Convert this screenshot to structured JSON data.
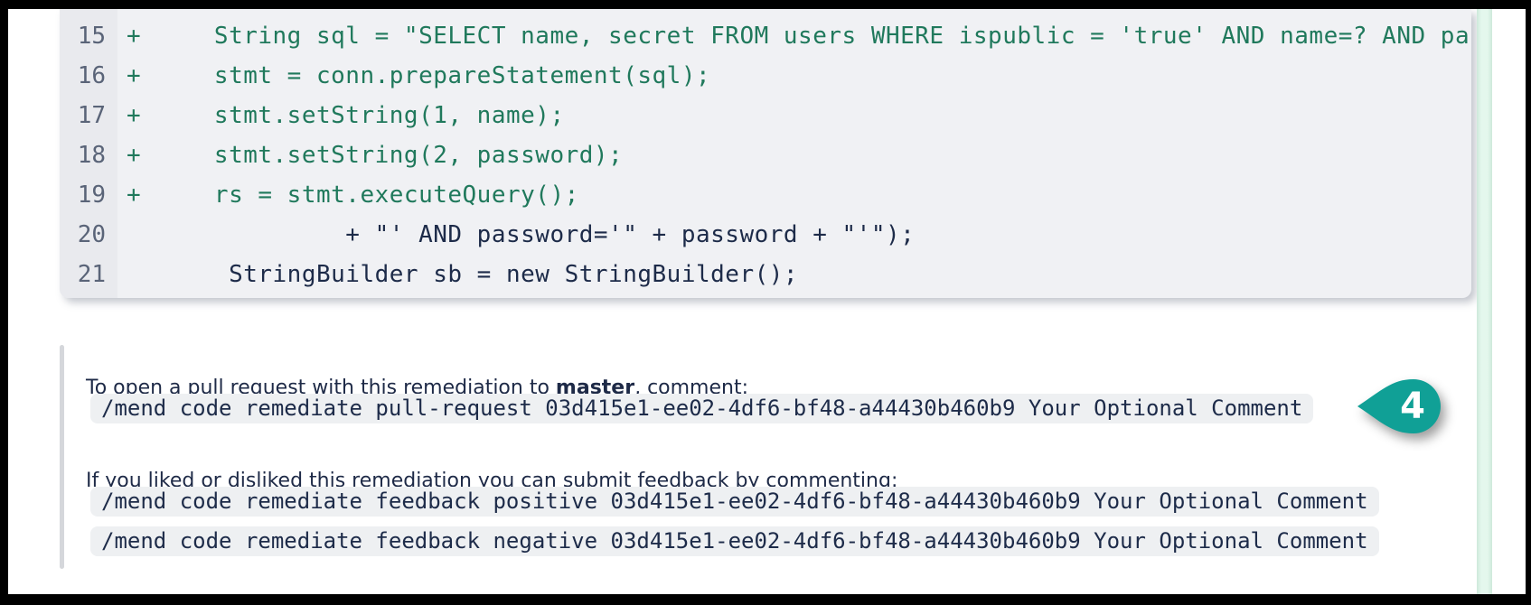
{
  "diff": {
    "rows": [
      {
        "line": "15",
        "added": true,
        "text": "+     String sql = \"SELECT name, secret FROM users WHERE ispublic = 'true' AND name=? AND password=?\";"
      },
      {
        "line": "16",
        "added": true,
        "text": "+     stmt = conn.prepareStatement(sql);"
      },
      {
        "line": "17",
        "added": true,
        "text": "+     stmt.setString(1, name);"
      },
      {
        "line": "18",
        "added": true,
        "text": "+     stmt.setString(2, password);"
      },
      {
        "line": "19",
        "added": true,
        "text": "+     rs = stmt.executeQuery();"
      },
      {
        "line": "20",
        "added": false,
        "text": "               + \"' AND password='\" + password + \"'\");"
      },
      {
        "line": "21",
        "added": false,
        "text": "       StringBuilder sb = new StringBuilder();"
      }
    ]
  },
  "comment": {
    "pr_instruction_prefix": "To open a pull request with this remediation to ",
    "pr_branch": "master",
    "pr_instruction_suffix": ", comment:",
    "pr_command": "/mend code remediate pull-request 03d415e1-ee02-4df6-bf48-a44430b460b9 Your Optional Comment",
    "feedback_instruction": "If you liked or disliked this remediation you can submit feedback by commenting:",
    "feedback_positive_command": "/mend code remediate feedback positive 03d415e1-ee02-4df6-bf48-a44430b460b9 Your Optional Comment",
    "feedback_negative_command": "/mend code remediate feedback negative 03d415e1-ee02-4df6-bf48-a44430b460b9 Your Optional Comment"
  },
  "badge": {
    "value": "4",
    "color": "#10a096"
  },
  "colors": {
    "addition_green": "#20795c",
    "code_navy": "#1d2b49",
    "prose_navy": "#1e2a47",
    "code_block_bg": "#f0f1f4",
    "gutter_bg": "#e9eaee",
    "inline_code_bg": "#eef0f2",
    "mint_strip": "#e4f7ed",
    "frame_border": "#000000"
  }
}
